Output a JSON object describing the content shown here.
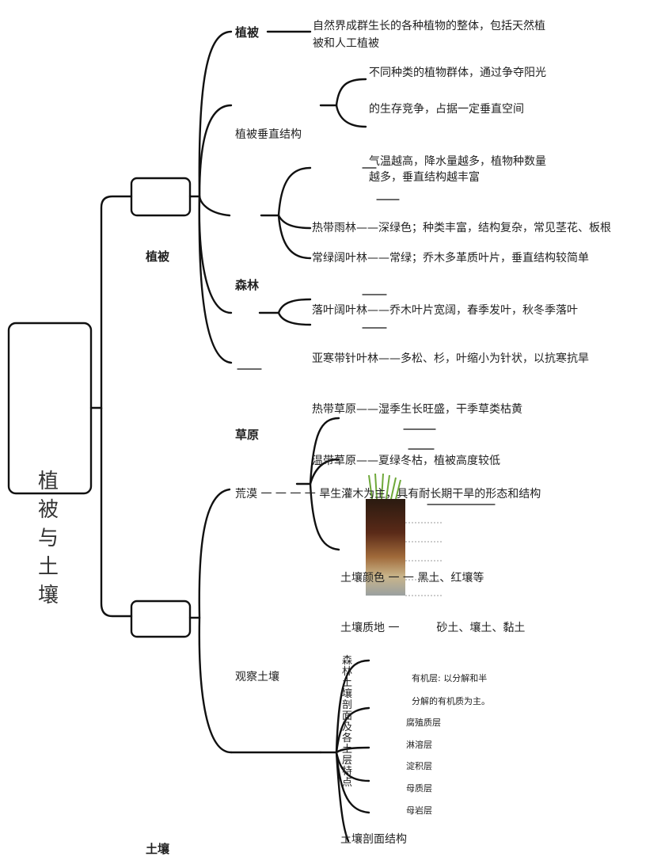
{
  "map": {
    "title": "植被与土壤",
    "vegetation": {
      "label": "植被",
      "definition": {
        "term": "植被",
        "text_line1": "自然界成群生长的各种植物的整体，包括天然植",
        "text_line2": "被和人工植被"
      },
      "vertical_structure": {
        "label": "植被垂直结构",
        "line1": "不同种类的植物群体，通过争夺阳光",
        "line2": "的生存竞争，占据一定垂直空间"
      },
      "forest": {
        "label": "森林",
        "climate_line1": "气温越高，降水量越多，植物种数量",
        "climate_line2": "越多，垂直结构越丰富",
        "types": [
          "热带雨林——深绿色；种类丰富，结构复杂，常见茎花、板根",
          "常绿阔叶林——常绿；乔木多革质叶片，垂直结构较简单",
          "落叶阔叶林——乔木叶片宽阔，春季发叶，秋冬季落叶",
          "亚寒带针叶林——多松、杉，叶缩小为针状，以抗寒抗旱"
        ]
      },
      "grassland": {
        "label": "草原",
        "types": [
          "热带草原——湿季生长旺盛，干季草类枯黄",
          "温带草原——夏绿冬枯，植被高度较低"
        ]
      },
      "desert": {
        "label": "荒漠",
        "dashes": "一 一 一 一",
        "text": "旱生灌木为主，具有耐长期干旱的形态和结构"
      }
    },
    "soil": {
      "label": "土壤",
      "observe": {
        "label": "观察土壤",
        "color_label": "土壤颜色",
        "color_dash": "一 一",
        "color_value": "黑土、红壤等",
        "texture_label": "土壤质地",
        "texture_dash": "一",
        "texture_value": "砂土、壤土、黏土"
      },
      "profile": {
        "side_label": "森林土壤剖面及各土层特点",
        "layers": [
          "有机层: 以分解和半",
          "分解的有机质为主。",
          "腐殖质层",
          "淋溶层",
          "淀积层",
          "母质层",
          "母岩层"
        ],
        "structure_label": "土壤剖面结构"
      }
    }
  }
}
